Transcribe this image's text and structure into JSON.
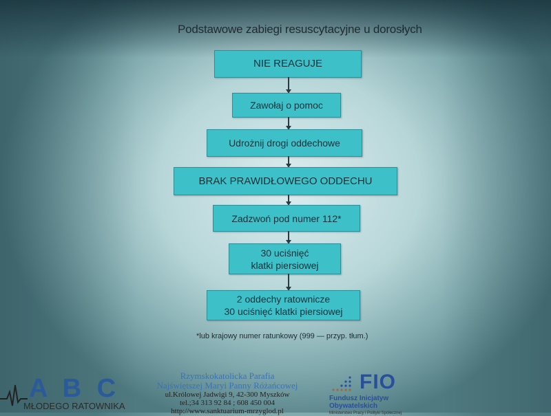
{
  "slide": {
    "title": "Podstawowe zabiegi resuscytacyjne u dorosłych",
    "steps": [
      "NIE REAGUJE",
      "Zawołaj o pomoc",
      "Udrożnij drogi oddechowe",
      "BRAK PRAWIDŁOWEGO ODDECHU",
      "Zadzwoń pod numer 112*",
      [
        "30 uciśnięć",
        "klatki piersiowej"
      ],
      [
        "2 oddechy ratownicze",
        "30 uciśnięć klatki piersiowej"
      ]
    ],
    "footnote": "*lub krajowy numer ratunkowy (999 — przyp. tłum.)"
  },
  "footer": {
    "abc_logo": {
      "letters": "A B C",
      "subtitle": "MŁODEGO RATOWNIKA"
    },
    "parish": {
      "name1": "Rzymskokatolicka Parafia",
      "name2": "Najświętszej Maryi Panny Różańcowej",
      "address": "ul.Królowej Jadwigi 9, 42-300 Myszków",
      "phone": "tel.;34 313 92 84 ; 608 450 004",
      "web": "http://www.sanktuarium-mrzyglod.pl"
    },
    "fio_logo": {
      "name": "FIO",
      "subtitle1": "Fundusz Inicjatyw",
      "subtitle2": "Obywatelskich",
      "ministry": "Ministerstwo Pracy i Polityki Społecznej"
    }
  },
  "colors": {
    "box": "#3ec0c9",
    "border": "#2a8f99",
    "logo_blue": "#2a5a9a"
  }
}
